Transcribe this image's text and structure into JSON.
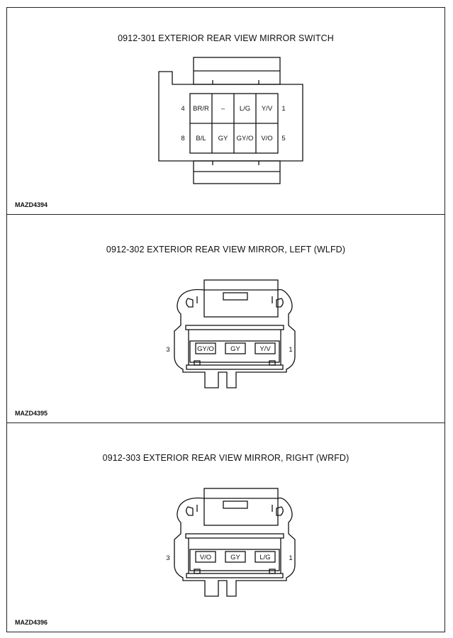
{
  "panels": [
    {
      "title": "0912-301 EXTERIOR REAR VIEW MIRROR SWITCH",
      "ref": "MAZD4394",
      "pin_labels": {
        "top_left": "4",
        "top_right": "1",
        "bottom_left": "8",
        "bottom_right": "5"
      },
      "cells_top": [
        "BR/R",
        "–",
        "L/G",
        "Y/V"
      ],
      "cells_bottom": [
        "B/L",
        "GY",
        "GY/O",
        "V/O"
      ]
    },
    {
      "title": "0912-302 EXTERIOR REAR VIEW MIRROR, LEFT (WLFD)",
      "ref": "MAZD4395",
      "pin_labels": {
        "left": "3",
        "right": "1"
      },
      "cells": [
        "GY/O",
        "GY",
        "Y/V"
      ]
    },
    {
      "title": "0912-303 EXTERIOR REAR VIEW MIRROR, RIGHT (WRFD)",
      "ref": "MAZD4396",
      "pin_labels": {
        "left": "3",
        "right": "1"
      },
      "cells": [
        "V/O",
        "GY",
        "L/G"
      ]
    }
  ]
}
